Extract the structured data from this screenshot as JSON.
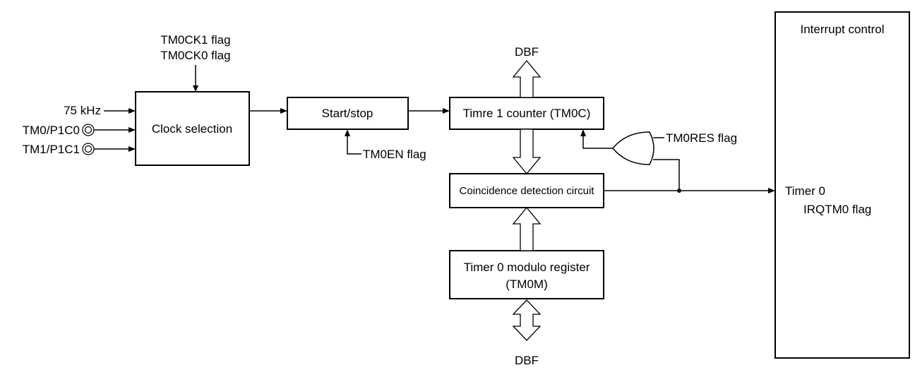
{
  "blocks": {
    "clock_selection": "Clock selection",
    "start_stop": "Start/stop",
    "timer_counter": "Timre 1 counter (TM0C)",
    "coincidence": "Coincidence detection circuit",
    "modulo_line1": "Timer 0 modulo register",
    "modulo_line2": "(TM0M)",
    "interrupt_control": "Interrupt control"
  },
  "signals": {
    "tm0ck1": "TM0CK1 flag",
    "tm0ck0": "TM0CK0 flag",
    "clk_75khz": "75 kHz",
    "tm0_pin": "TM0/P1C0",
    "tm1_pin": "TM1/P1C1",
    "tm0en": "TM0EN flag",
    "tm0res": "TM0RES flag",
    "dbf_top": "DBF",
    "dbf_bottom": "DBF",
    "timer0": "Timer 0",
    "irqtm0": "IRQTM0 flag"
  }
}
